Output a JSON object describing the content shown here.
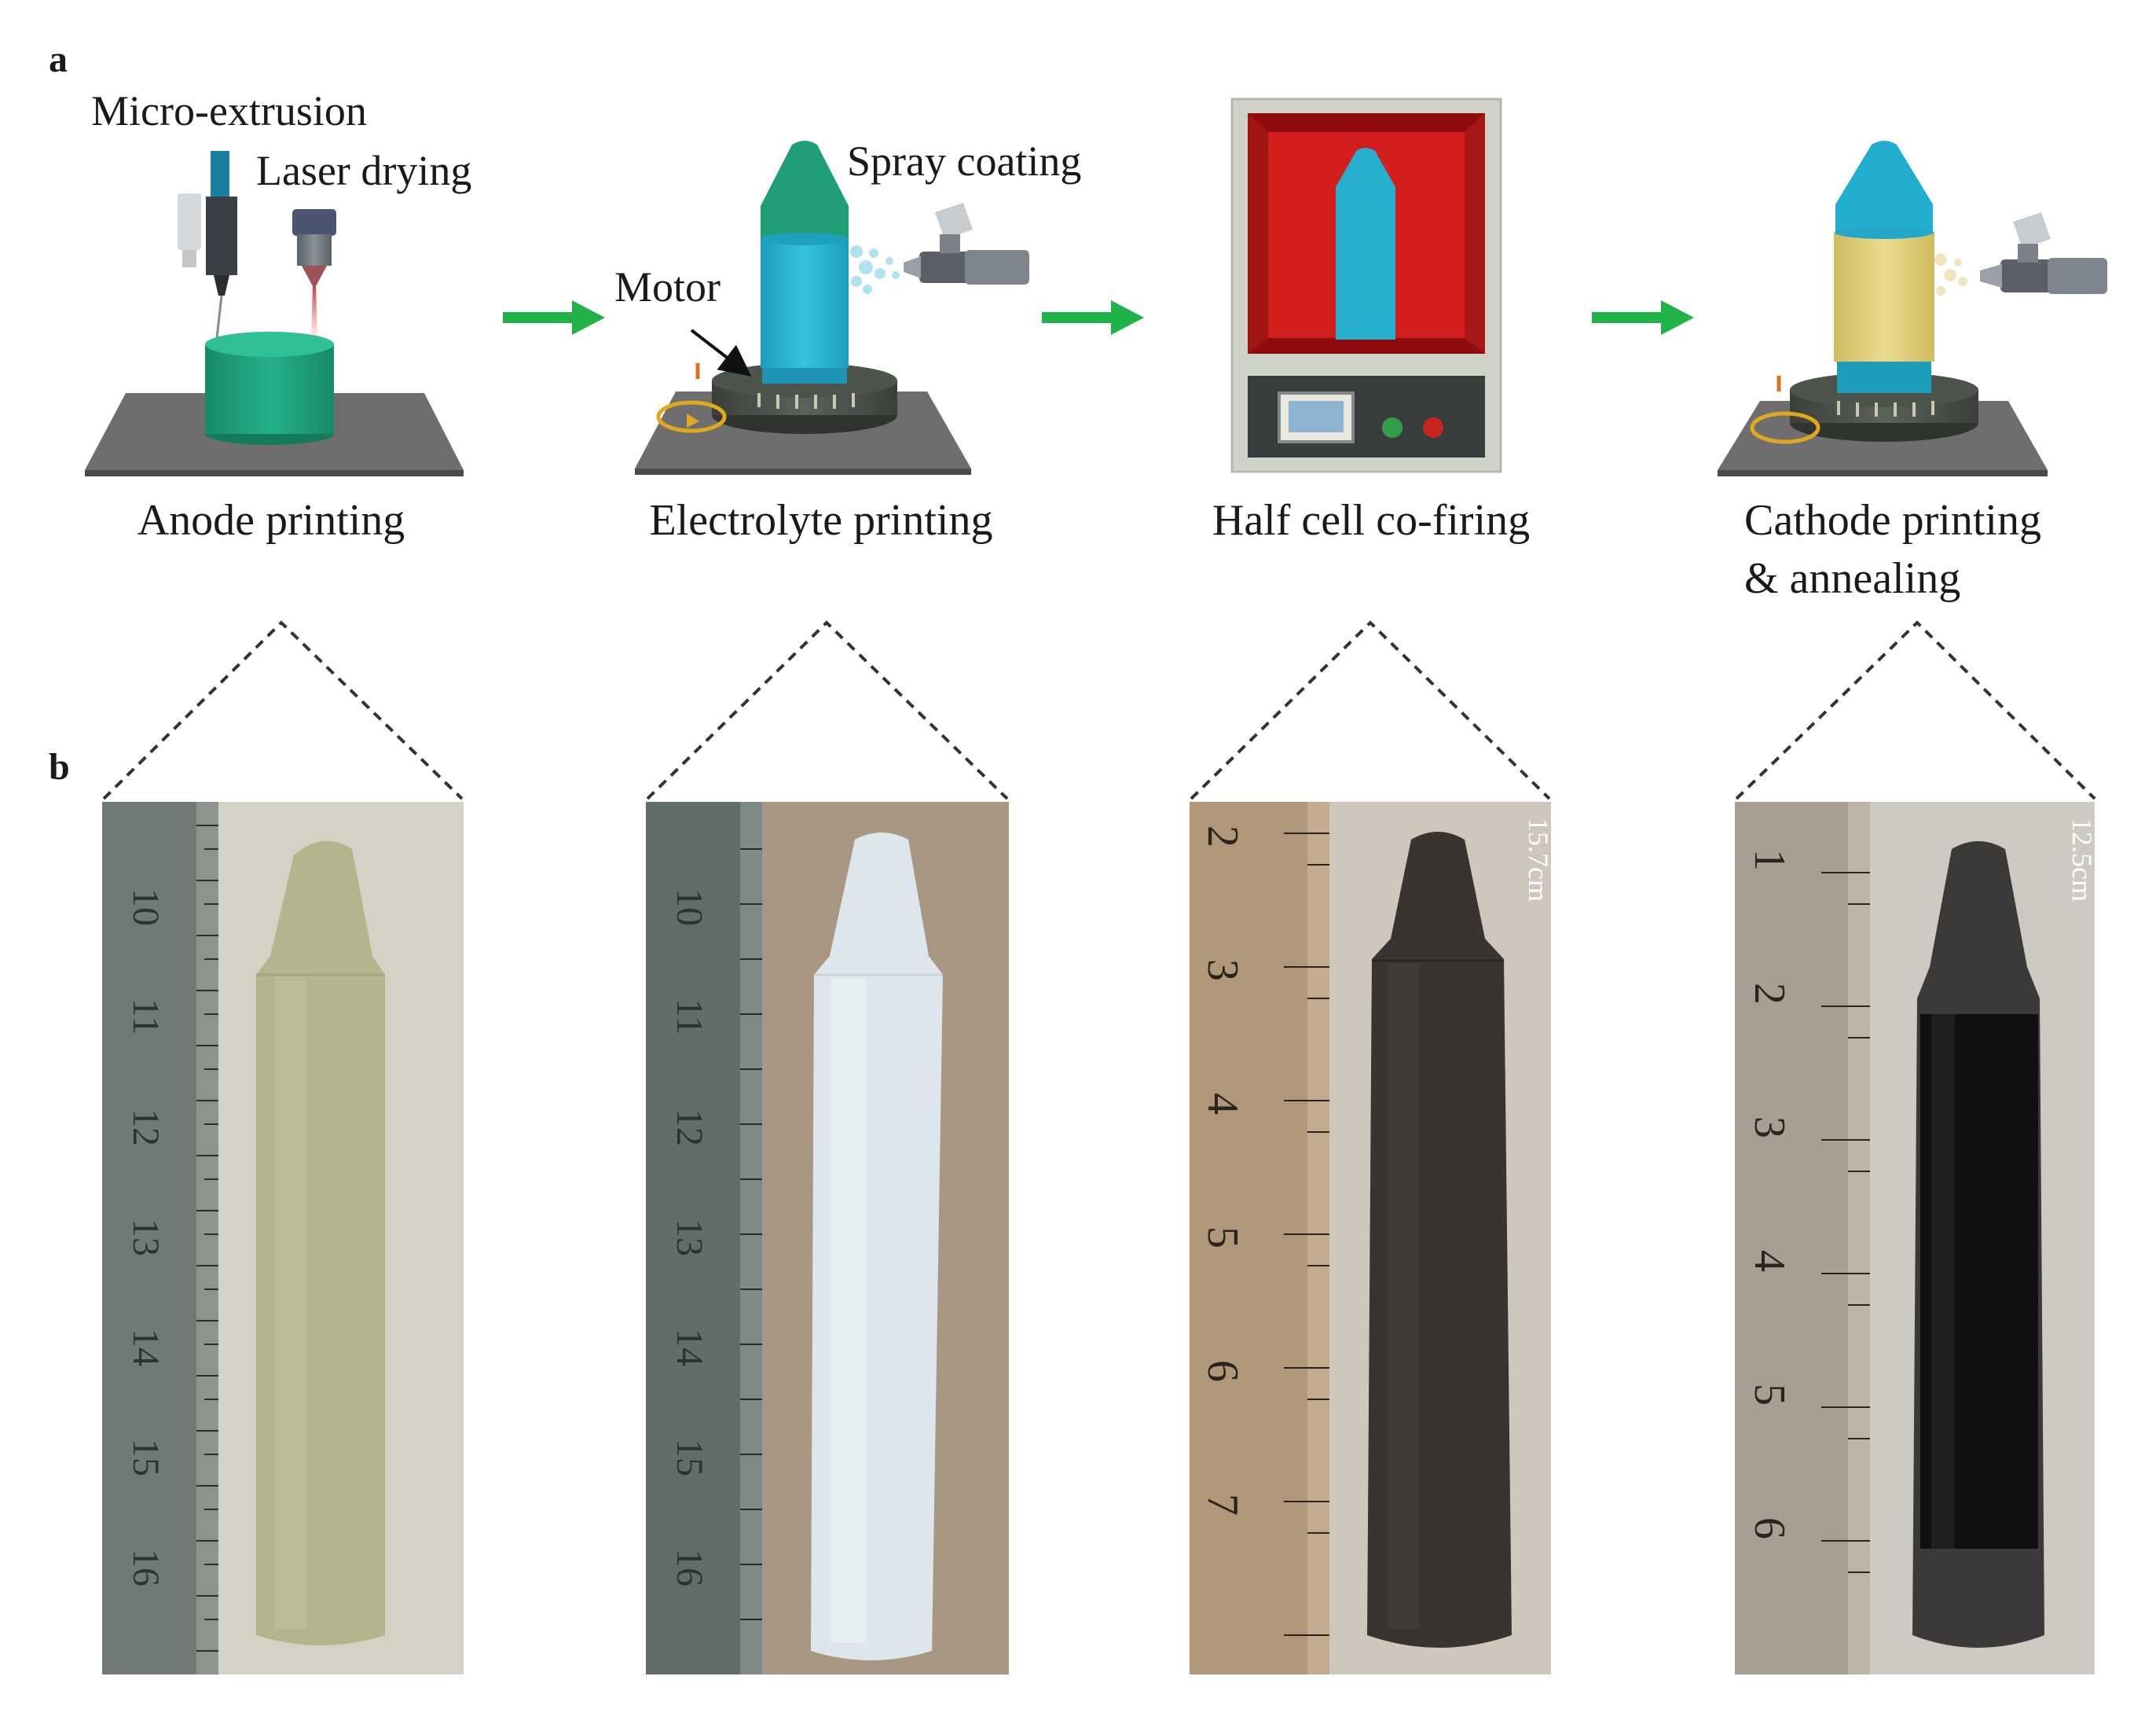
{
  "panels": {
    "a": "a",
    "b": "b"
  },
  "callouts": {
    "micro_extrusion": "Micro-extrusion",
    "laser_drying": "Laser drying",
    "spray_coating": "Spray coating",
    "motor": "Motor"
  },
  "stages": [
    {
      "label": "Anode printing"
    },
    {
      "label": "Electrolyte printing"
    },
    {
      "label": "Half cell co-firing"
    },
    {
      "label": "Cathode printing\n& annealing"
    }
  ],
  "photos": [
    {
      "ruler_numbers": [
        "10",
        "11",
        "12",
        "13",
        "14",
        "15",
        "16"
      ],
      "length_label": ""
    },
    {
      "ruler_numbers": [
        "10",
        "11",
        "12",
        "13",
        "14",
        "15",
        "16"
      ],
      "length_label": ""
    },
    {
      "ruler_numbers": [
        "2",
        "3",
        "4",
        "5",
        "6",
        "7"
      ],
      "length_label": "15.7cm"
    },
    {
      "ruler_numbers": [
        "1",
        "2",
        "3",
        "4",
        "5",
        "6"
      ],
      "length_label": "12.5cm"
    }
  ],
  "colors": {
    "anode_green": "#1f9e78",
    "electrolyte_cyan": "#29b3d0",
    "cathode_yellow": "#e2d07a",
    "furnace_red": "#d41e1e",
    "arrow_green": "#21b34a",
    "platform_gray": "#6b6b6b"
  }
}
